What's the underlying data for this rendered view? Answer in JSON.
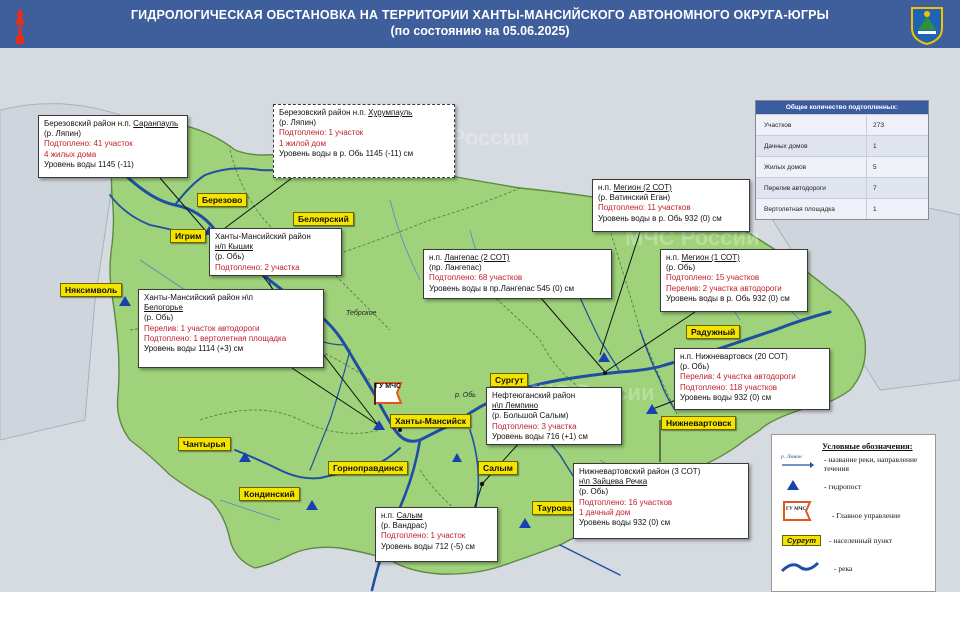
{
  "header": {
    "title": "ГИДРОЛОГИЧЕСКАЯ ОБСТАНОВКА НА ТЕРРИТОРИИ ХАНТЫ-МАНСИЙСКОГО АВТОНОМНОГО ОКРУГА-ЮГРЫ",
    "subtitle": "(по состоянию на 05.06.2025)"
  },
  "watermark": "МЧС России",
  "stats": {
    "title": "Общее количество подтопленных:",
    "rows": [
      {
        "k": "Участков",
        "v": "27З"
      },
      {
        "k": "Дачных домов",
        "v": "1"
      },
      {
        "k": "Жилых домов",
        "v": "5"
      },
      {
        "k": "Перелив автодороги",
        "v": "7"
      },
      {
        "k": "Вертолетная площадка",
        "v": "1"
      }
    ]
  },
  "callouts": {
    "saranpaul": {
      "l1": "Березовский район н.п.",
      "name": "Саранпауль",
      "river": "(р. Ляпин)",
      "flood": "Подтоплено: 41 участок",
      "flood2": "4 жилых дома",
      "level": "Уровень воды 1145 (-11)"
    },
    "khurumpaul": {
      "l1": "Березовский район н.п.",
      "name": "Хурумпауль",
      "river": "(р. Ляпин)",
      "flood": "Подтоплено: 1 участок",
      "flood2": "1 жилой дом",
      "level": "Уровень воды в р. Обь 1145 (-11) см"
    },
    "kyshik": {
      "l1": "Ханты-Мансийский район",
      "name": "н/п Кышик",
      "river": "(р. Обь)",
      "flood": "Подтоплено: 2 участка"
    },
    "belogorye": {
      "l1": "Ханты-Мансийский район н\\п",
      "name": "Белогорье",
      "river": "(р. Обь)",
      "flood": "Перелив: 1 участок автодороги",
      "flood2": "Подтоплено: 1 вертолетная площадка",
      "level": "Уровень воды 1114 (+3) см"
    },
    "langepas": {
      "l1": "н.п.",
      "name": "Лангепас (2 СОТ)",
      "river": "(пр. Лангепас)",
      "flood": "Подтоплено: 68 участков",
      "level": "Уровень воды в пр.Лангепас 545 (0) см"
    },
    "megion2": {
      "l1": "н.п.",
      "name": "Мегион (2 СОТ)",
      "river": "(р. Ватинский Еган)",
      "flood": "Подтоплено: 11 участков",
      "level": "Уровень воды в р. Обь 932 (0) см"
    },
    "megion1": {
      "l1": "н.п.",
      "name": "Мегион (1 СОТ)",
      "river": "(р. Обь)",
      "flood": "Подтоплено: 15 участков",
      "flood2": "Перелив: 2 участка автодороги",
      "level": "Уровень воды в р. Обь 932 (0) см"
    },
    "lempino": {
      "l1": "Нефтеюганский район",
      "name": "н\\п Лемпино",
      "river": "(р. Большой Салым)",
      "flood": "Подтоплено: 3 участка",
      "level": "Уровень воды 716 (+1) см"
    },
    "nizhnevartovsk": {
      "l1": "н.п. Нижневартовск (20 СОТ)",
      "river": "(р. Обь)",
      "flood": "Перелив: 4 участка автодороги",
      "flood2": "Подтоплено: 118 участков",
      "level": "Уровень воды 932 (0) см"
    },
    "zaitseva": {
      "l1": "Нижневартовский район (3 СОТ)",
      "name": "н\\п Зайцева Речка",
      "river": "(р. Обь)",
      "flood": "Подтоплено: 16 участков",
      "flood2": "1 дачный дом",
      "level": "Уровень воды 932 (0) см"
    },
    "salym": {
      "l1": "н.п.",
      "name": "Салым",
      "river": "(р. Вандрас)",
      "flood": "Подтоплено: 1 участок",
      "level": "Уровень воды 712 (-5) см"
    }
  },
  "towns": {
    "berezovo": "Березово",
    "igrim": "Игрим",
    "beloyarsky": "Белоярский",
    "nyaksimvol": "Няксимволь",
    "raduzhny": "Радужный",
    "surgut": "Сургут",
    "khanty": "Ханты-Мансийск",
    "nizhnevartovsk": "Нижневартовск",
    "chantyrya": "Чантырья",
    "gornopravdinsk": "Горноправдинск",
    "salym": "Салым",
    "kondinsky": "Кондинский",
    "taurova": "Таурова"
  },
  "river_labels": {
    "tebrskoe": "Тебрское",
    "ob": "р. Обь"
  },
  "gu": "ГУ МЧС",
  "legend": {
    "title": "Условные обозначения:",
    "river_sample": "р. Лямин",
    "river_desc": "- название реки, направление течения",
    "gauge": "- гидропост",
    "hq_sample": "ГУ МЧС",
    "hq": "- Главное управление",
    "town_sample": "Сургут",
    "town": "- населенный пункт",
    "river": "- река"
  },
  "colors": {
    "land": "#9fd27a",
    "water": "#1f4fa3",
    "label": "#f5e400",
    "flood_text": "#c0202a",
    "header": "#3f5f9c"
  }
}
